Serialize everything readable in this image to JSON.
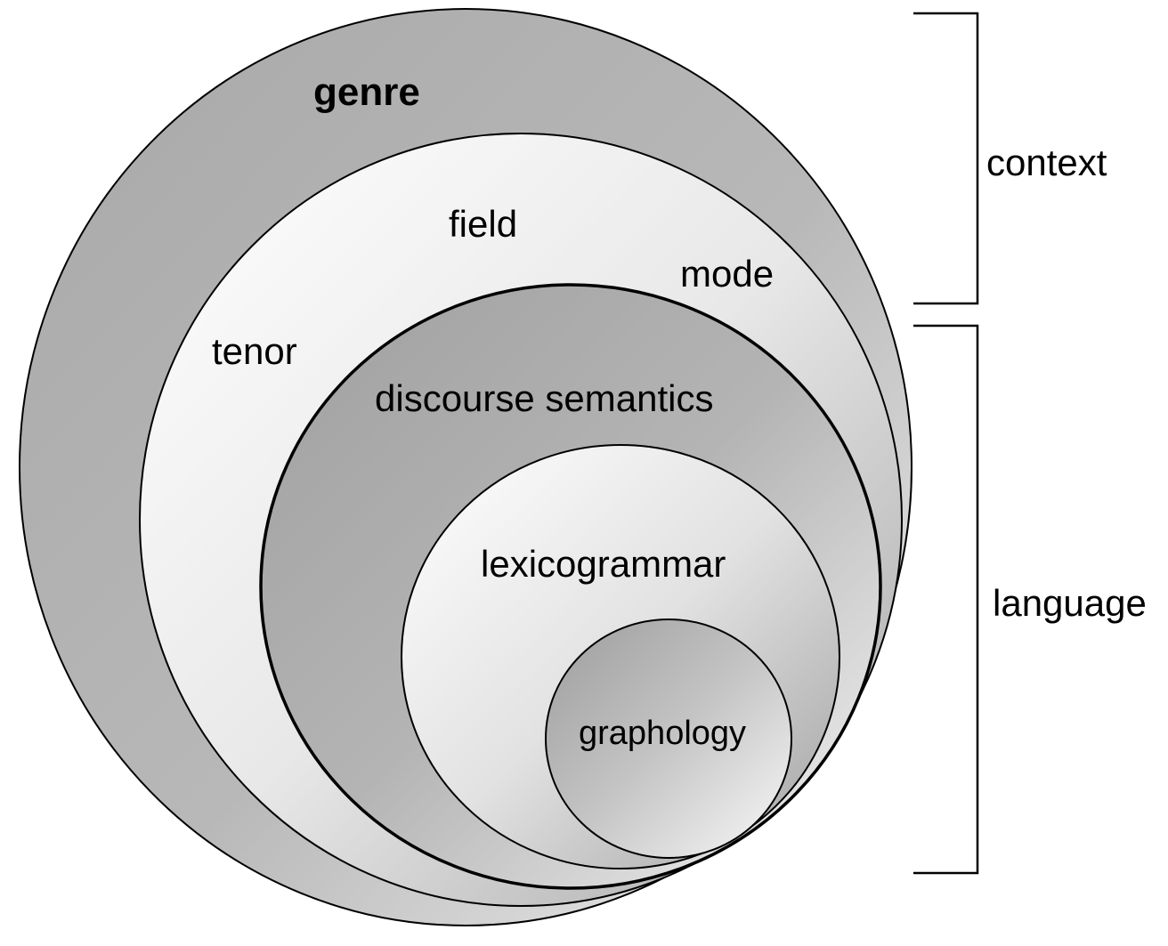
{
  "diagram": {
    "title": "Stratified model of language in context",
    "layers": [
      {
        "id": "genre",
        "label": "genre",
        "bold": true,
        "shade": "dark"
      },
      {
        "id": "register",
        "labels": [
          "field",
          "tenor",
          "mode"
        ],
        "shade": "light"
      },
      {
        "id": "discourse-semantics",
        "label": "discourse semantics",
        "shade": "dark"
      },
      {
        "id": "lexicogrammar",
        "label": "lexicogrammar",
        "shade": "light"
      },
      {
        "id": "graphology",
        "label": "graphology",
        "shade": "dark"
      }
    ],
    "brackets": [
      {
        "id": "context",
        "label": "context"
      },
      {
        "id": "language",
        "label": "language"
      }
    ],
    "colors": {
      "dark_shade": "#a6a6a6",
      "light_shade": "#f4f4f4",
      "stroke": "#000000"
    }
  }
}
